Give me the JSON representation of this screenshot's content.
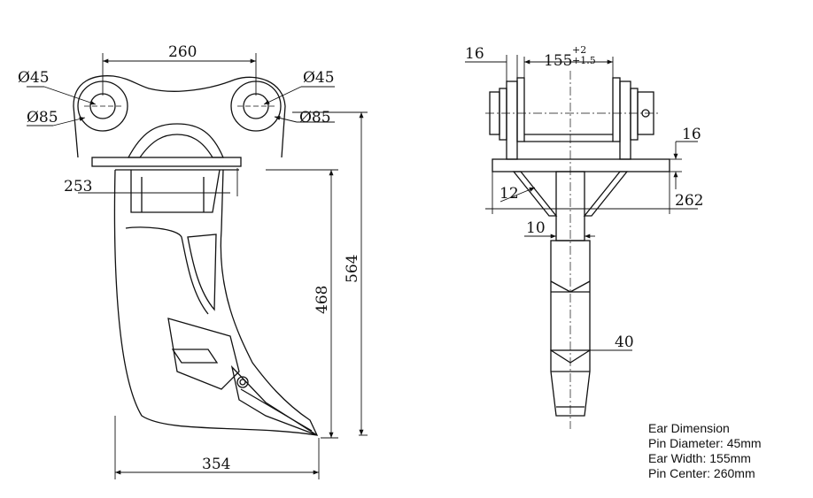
{
  "side_view": {
    "dims": {
      "pin_center": "260",
      "pin_dia_left": "Ø45",
      "pin_dia_right": "Ø45",
      "boss_dia_left": "Ø85",
      "boss_dia_right": "Ø85",
      "top_offset": "253",
      "shank_height": "468",
      "total_height": "564",
      "total_length": "354"
    }
  },
  "front_view": {
    "dims": {
      "ear_plate_thickness": "16",
      "ear_width": "155",
      "ear_width_tol_upper": "+2",
      "ear_width_tol_lower": "+1.5",
      "base_plate_thickness": "16",
      "gusset": "12",
      "base_width": "262",
      "shank_offset": "10",
      "shank_thickness": "40"
    }
  },
  "spec_note": {
    "title": "Ear Dimension",
    "pin_diameter": "Pin Diameter: 45mm",
    "ear_width": "Ear Width: 155mm",
    "pin_center": "Pin Center: 260mm"
  }
}
